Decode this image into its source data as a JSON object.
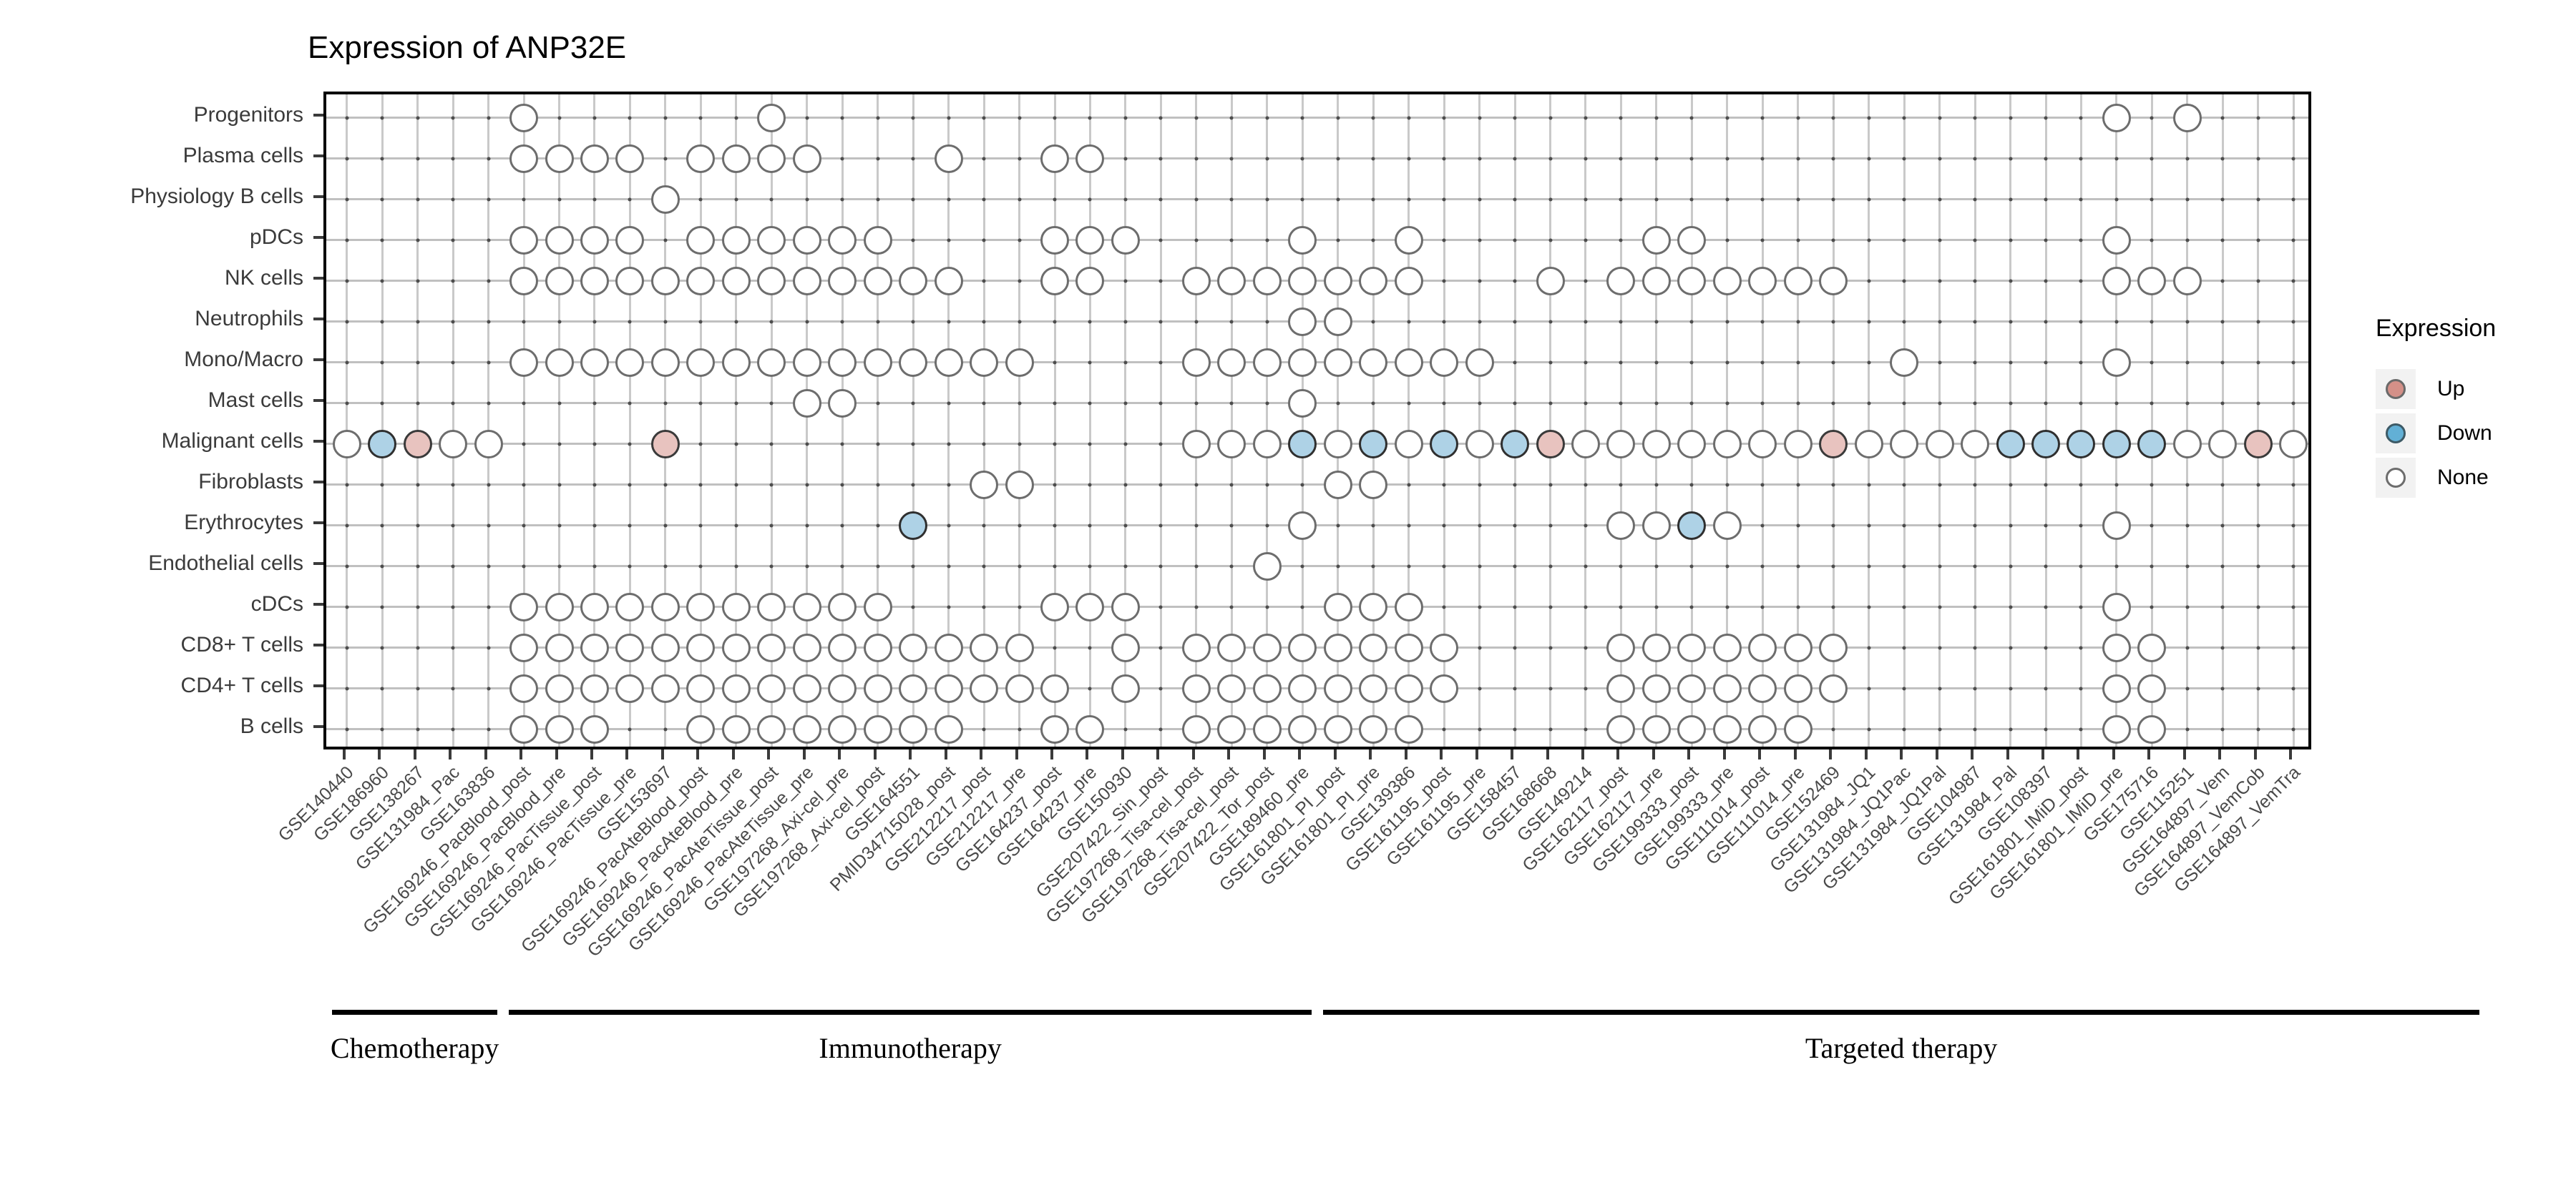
{
  "title": "Expression of ANP32E",
  "legend": {
    "title": "Expression",
    "items": [
      {
        "label": "Up",
        "key": "up",
        "color": "#d49088"
      },
      {
        "label": "Down",
        "key": "down",
        "color": "#62b0d6"
      },
      {
        "label": "None",
        "key": "none",
        "color": "#ffffff"
      }
    ]
  },
  "groups": [
    {
      "label": "Chemotherapy",
      "start": 0,
      "end": 4
    },
    {
      "label": "Immunotherapy",
      "start": 5,
      "end": 27
    },
    {
      "label": "Targeted therapy",
      "start": 28,
      "end": 60
    }
  ],
  "chart_data": {
    "type": "heatmap",
    "title": "Expression of ANP32E",
    "xlabel": "",
    "ylabel": "",
    "legend_position": "right",
    "grid": true,
    "value_levels": [
      "Up",
      "Down",
      "None"
    ],
    "categories_y": [
      "Progenitors",
      "Plasma cells",
      "Physiology B cells",
      "pDCs",
      "NK cells",
      "Neutrophils",
      "Mono/Macro",
      "Mast cells",
      "Malignant cells",
      "Fibroblasts",
      "Erythrocytes",
      "Endothelial cells",
      "cDCs",
      "CD8+ T cells",
      "CD4+ T cells",
      "B cells"
    ],
    "categories_x": [
      "GSE140440",
      "GSE186960",
      "GSE138267",
      "GSE131984_Pac",
      "GSE163836",
      "GSE169246_PacBlood_post",
      "GSE169246_PacBlood_pre",
      "GSE169246_PacTissue_post",
      "GSE169246_PacTissue_pre",
      "GSE153697",
      "GSE169246_PacAteBlood_post",
      "GSE169246_PacAteBlood_pre",
      "GSE169246_PacAteTissue_post",
      "GSE169246_PacAteTissue_pre",
      "GSE197268_Axi-cel_pre",
      "GSE197268_Axi-cel_post",
      "GSE164551",
      "PMID34715028_post",
      "GSE212217_post",
      "GSE212217_pre",
      "GSE164237_post",
      "GSE164237_pre",
      "GSE150930",
      "GSE207422_Sin_post",
      "GSE197268_Tisa-cel_post",
      "GSE197268_Tisa-cel_post",
      "GSE207422_Tor_post",
      "GSE189460_pre",
      "GSE161801_PI_post",
      "GSE161801_PI_pre",
      "GSE139386",
      "GSE161195_post",
      "GSE161195_pre",
      "GSE158457",
      "GSE168668",
      "GSE149214",
      "GSE162117_post",
      "GSE162117_pre",
      "GSE199333_post",
      "GSE199333_pre",
      "GSE111014_post",
      "GSE111014_pre",
      "GSE152469",
      "GSE131984_JQ1",
      "GSE131984_JQ1Pac",
      "GSE131984_JQ1Pal",
      "GSE104987",
      "GSE131984_Pal",
      "GSE108397",
      "GSE161801_IMiD_post",
      "GSE161801_IMiD_pre",
      "GSE175716",
      "GSE115251",
      "GSE164897_Vem",
      "GSE164897_VemCob",
      "GSE164897_VemTra"
    ],
    "points": [
      {
        "row": 0,
        "cols_none": [
          5,
          12,
          50,
          52
        ],
        "cols_up": [],
        "cols_down": []
      },
      {
        "row": 1,
        "cols_none": [
          5,
          6,
          7,
          8,
          10,
          11,
          12,
          13,
          17,
          20,
          21
        ],
        "cols_up": [],
        "cols_down": []
      },
      {
        "row": 2,
        "cols_none": [
          9
        ],
        "cols_up": [],
        "cols_down": []
      },
      {
        "row": 3,
        "cols_none": [
          5,
          6,
          7,
          8,
          10,
          11,
          12,
          13,
          14,
          15,
          20,
          21,
          22,
          27,
          30,
          37,
          38,
          50
        ],
        "cols_up": [],
        "cols_down": []
      },
      {
        "row": 4,
        "cols_none": [
          5,
          6,
          7,
          8,
          9,
          10,
          11,
          12,
          13,
          14,
          15,
          16,
          17,
          20,
          21,
          24,
          25,
          26,
          27,
          28,
          29,
          30,
          34,
          36,
          37,
          38,
          39,
          40,
          41,
          42,
          50,
          51,
          52
        ],
        "cols_up": [],
        "cols_down": []
      },
      {
        "row": 5,
        "cols_none": [
          27,
          28
        ],
        "cols_up": [],
        "cols_down": []
      },
      {
        "row": 6,
        "cols_none": [
          5,
          6,
          7,
          8,
          9,
          10,
          11,
          12,
          13,
          14,
          15,
          16,
          17,
          18,
          19,
          24,
          25,
          26,
          27,
          28,
          29,
          30,
          31,
          32,
          44,
          50
        ],
        "cols_up": [],
        "cols_down": []
      },
      {
        "row": 7,
        "cols_none": [
          13,
          14,
          27
        ],
        "cols_up": [],
        "cols_down": []
      },
      {
        "row": 8,
        "cols_none": [
          0,
          3,
          4,
          24,
          25,
          26,
          28,
          30,
          32,
          35,
          36,
          37,
          38,
          39,
          40,
          41,
          43,
          44,
          45,
          46,
          52,
          53,
          55
        ],
        "cols_up": [
          2,
          9,
          34,
          42,
          54
        ],
        "cols_down": [
          1,
          27,
          29,
          31,
          33,
          47,
          48,
          49,
          50,
          51
        ]
      },
      {
        "row": 9,
        "cols_none": [
          18,
          19,
          28,
          29
        ],
        "cols_up": [],
        "cols_down": []
      },
      {
        "row": 10,
        "cols_none": [
          27,
          36,
          37,
          39,
          50
        ],
        "cols_up": [],
        "cols_down": [
          16,
          38
        ]
      },
      {
        "row": 11,
        "cols_none": [
          26
        ],
        "cols_up": [],
        "cols_down": []
      },
      {
        "row": 12,
        "cols_none": [
          5,
          6,
          7,
          8,
          9,
          10,
          11,
          12,
          13,
          14,
          15,
          20,
          21,
          22,
          28,
          29,
          30,
          50
        ],
        "cols_up": [],
        "cols_down": []
      },
      {
        "row": 13,
        "cols_none": [
          5,
          6,
          7,
          8,
          9,
          10,
          11,
          12,
          13,
          14,
          15,
          16,
          17,
          18,
          19,
          22,
          24,
          25,
          26,
          27,
          28,
          29,
          30,
          31,
          36,
          37,
          38,
          39,
          40,
          41,
          42,
          50,
          51
        ],
        "cols_up": [],
        "cols_down": []
      },
      {
        "row": 14,
        "cols_none": [
          5,
          6,
          7,
          8,
          9,
          10,
          11,
          12,
          13,
          14,
          15,
          16,
          17,
          18,
          19,
          20,
          22,
          24,
          25,
          26,
          27,
          28,
          29,
          30,
          31,
          36,
          37,
          38,
          39,
          40,
          41,
          42,
          50,
          51
        ],
        "cols_up": [],
        "cols_down": []
      },
      {
        "row": 15,
        "cols_none": [
          5,
          6,
          7,
          10,
          11,
          12,
          13,
          14,
          15,
          16,
          17,
          20,
          21,
          24,
          25,
          26,
          27,
          28,
          29,
          30,
          36,
          37,
          38,
          39,
          40,
          41,
          50,
          51
        ],
        "cols_up": [],
        "cols_down": []
      }
    ]
  }
}
